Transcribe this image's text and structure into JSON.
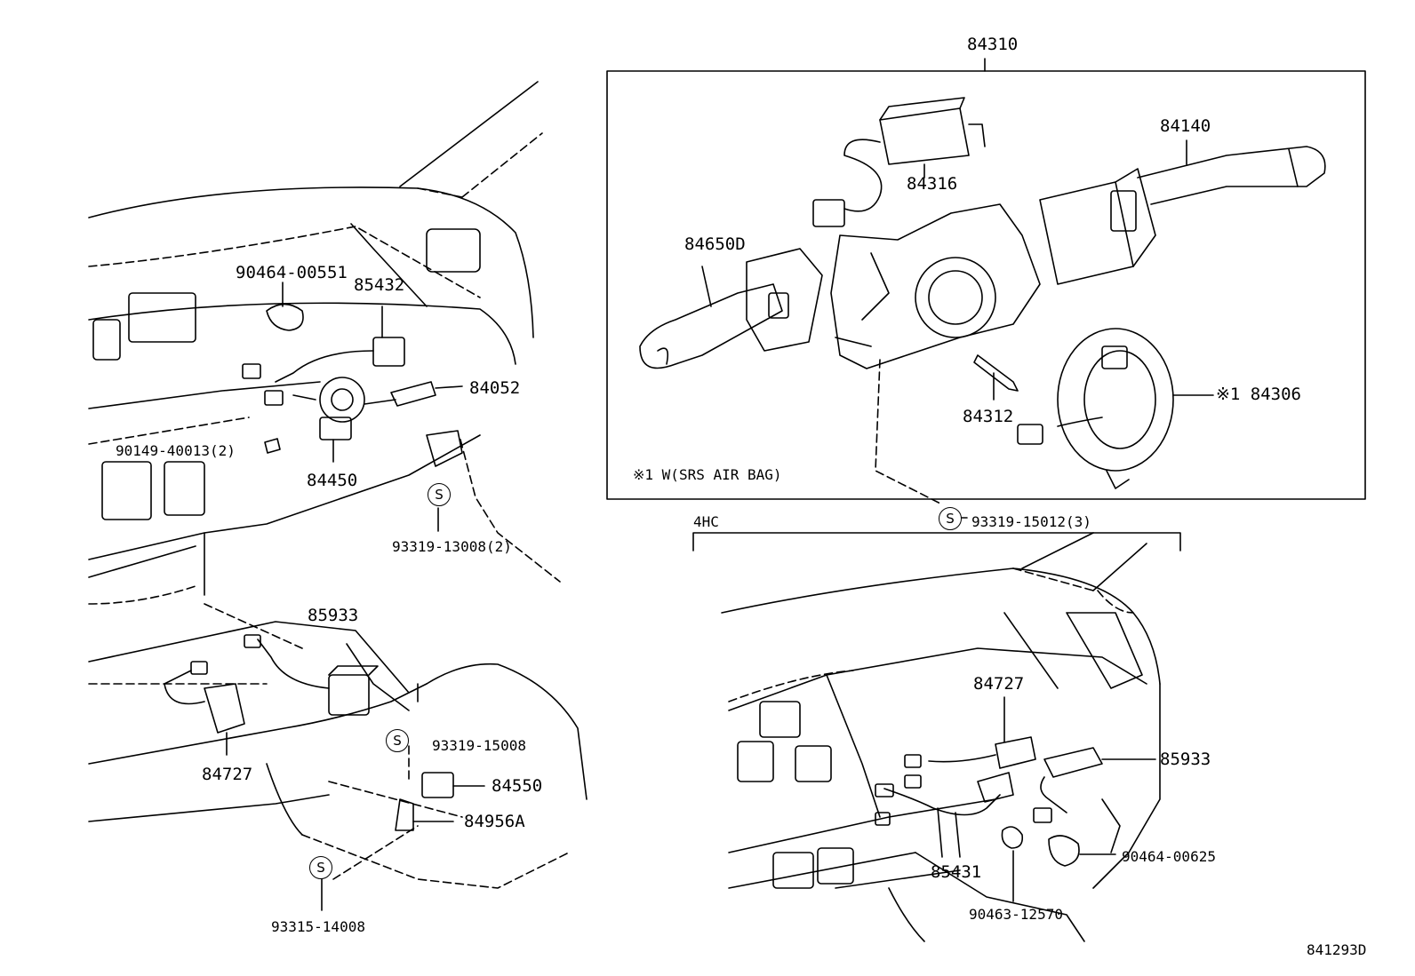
{
  "diagram": {
    "drawing_number": "841293D",
    "box_title_part": "84310",
    "note": "※1 W(SRS AIR BAG)",
    "variant_label": "4HC",
    "s_symbol": "S",
    "left_labels": {
      "p90464_00551": "90464-00551",
      "p85432": "85432",
      "p84052": "84052",
      "p90149_40013": "90149-40013(2)",
      "p84450": "84450",
      "p93319_13008": "93319-13008(2)",
      "p85933": "85933",
      "p84727": "84727",
      "p93319_15008": "93319-15008",
      "p84550": "84550",
      "p84956a": "84956A",
      "p93315_14008": "93315-14008"
    },
    "box_labels": {
      "p84316": "84316",
      "p84140": "84140",
      "p84650d": "84650D",
      "p84312": "84312",
      "p84306": "※1 84306"
    },
    "right_labels": {
      "p93319_15012": "93319-15012(3)",
      "p84727": "84727",
      "p85933": "85933",
      "p85431": "85431",
      "p90464_00625": "90464-00625",
      "p90463_12570": "90463-12570"
    }
  }
}
